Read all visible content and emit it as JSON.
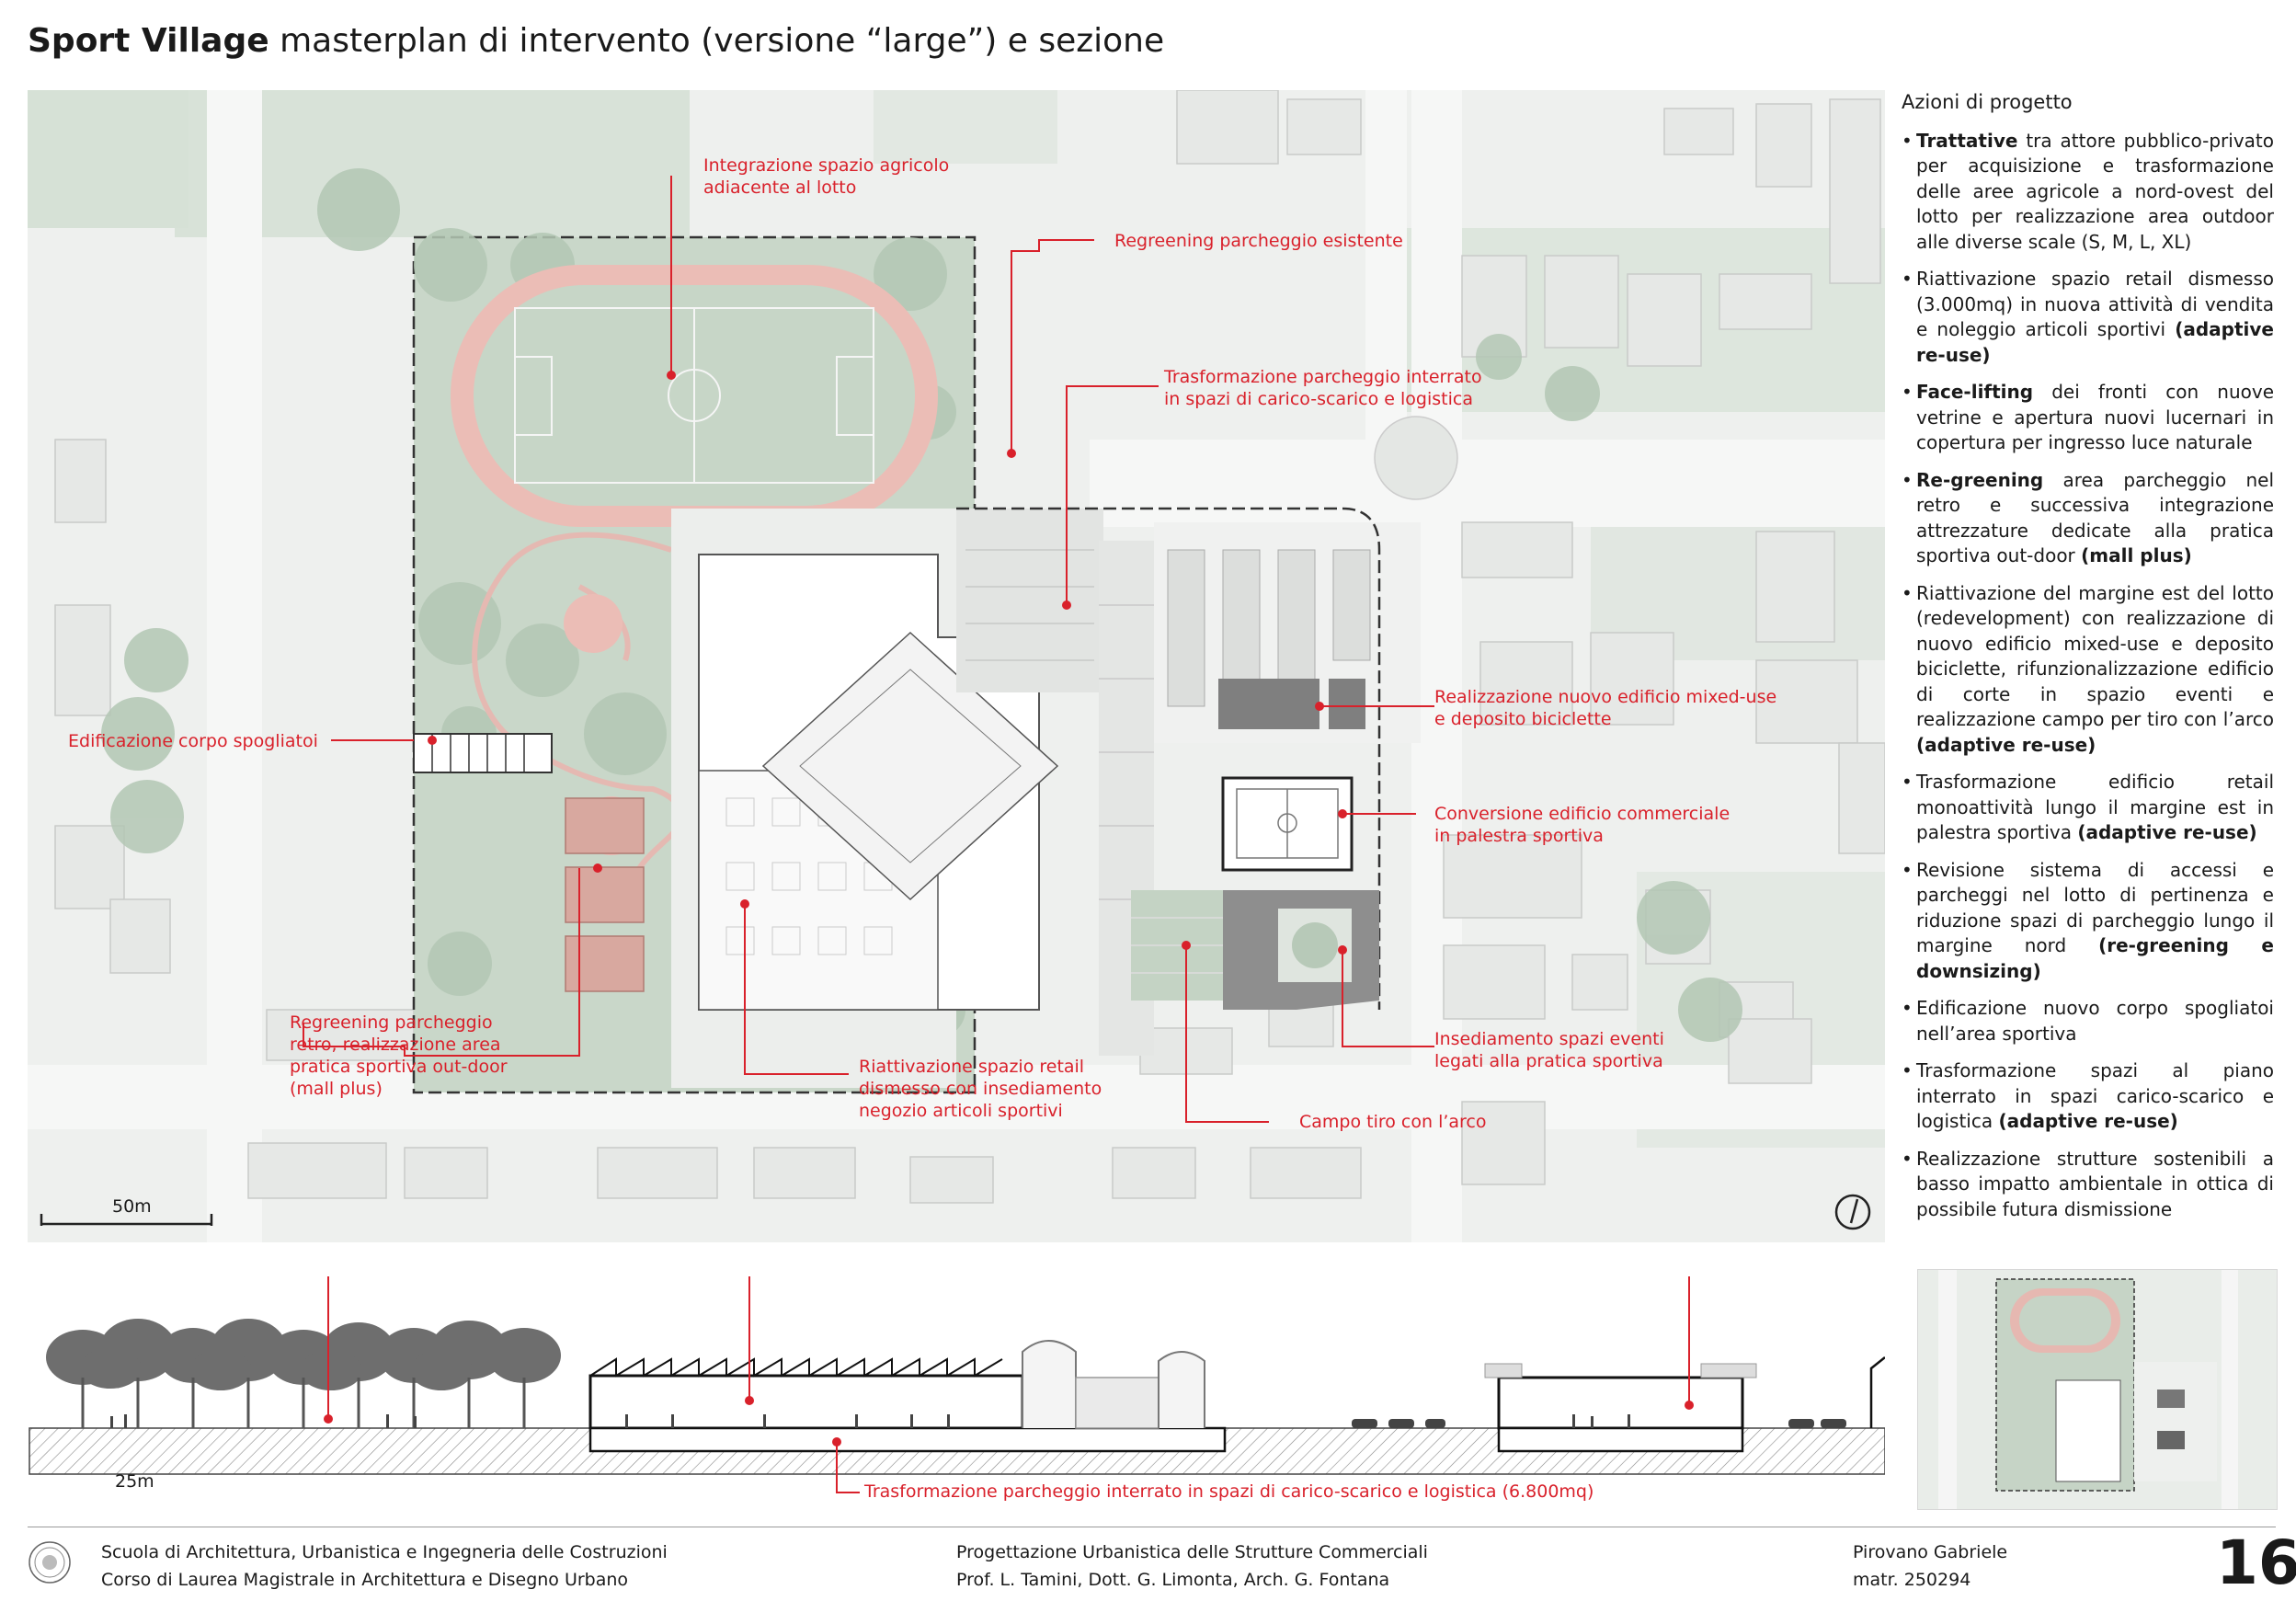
{
  "title": {
    "bold": "Sport Village",
    "rest": " masterplan di intervento (versione “large”) e sezione"
  },
  "plan": {
    "scale_label": "50m",
    "annotations": {
      "integrazione": "Integrazione spazio agricolo\nadiacente al lotto",
      "regreening_esistente": "Regreening parcheggio esistente",
      "trasformazione_interrato": "Trasformazione parcheggio interrato\nin spazi di carico-scarico e logistica",
      "mixed_use": "Realizzazione nuovo edificio mixed-use\ne deposito biciclette",
      "spogliatoi": "Edificazione corpo spogliatoi",
      "palestra": "Conversione edificio commerciale\nin palestra sportiva",
      "regreening_retro": "Regreening parcheggio\nretro, realizzazione area\npratica sportiva out-door\n(mall plus)",
      "retail": "Riattivazione spazio retail\ndismesso con insediamento\nnegozio articoli sportivi",
      "eventi": "Insediamento spazi eventi\nlegati alla pratica sportiva",
      "tiro": "Campo tiro con l’arco"
    }
  },
  "actions": {
    "heading": "Azioni di progetto",
    "items": [
      {
        "bold": "Trattative",
        "text": " tra attore pubblico-privato per acquisizione e trasformazione delle aree agricole a nord-ovest del lotto per realizzazione area outdoor alle diverse scale (S, M, L, XL)",
        "tail": ""
      },
      {
        "bold": "",
        "text": "Riattivazione spazio retail dismesso (3.000mq) in nuova attività di vendita e noleggio articoli sportivi ",
        "tail": "(adaptive re-use)"
      },
      {
        "bold": "Face-lifting",
        "text": " dei fronti con nuove vetrine e apertura nuovi lucernari in copertura per ingresso luce naturale",
        "tail": ""
      },
      {
        "bold": "Re-greening",
        "text": " area parcheggio nel retro e successiva integrazione attrezzature dedicate alla pratica sportiva out-door ",
        "tail": "(mall plus)"
      },
      {
        "bold": "",
        "text": "Riattivazione del margine est del lotto (redevelopment) con realizzazione di nuovo edificio mixed-use e deposito biciclette, rifunzionalizzazione edificio di corte in spazio eventi e realizzazione campo per tiro con l’arco ",
        "tail": "(adaptive re-use)"
      },
      {
        "bold": "",
        "text": "Trasformazione edificio retail monoattività lungo il margine est in palestra sportiva ",
        "tail": "(adaptive re-use)"
      },
      {
        "bold": "",
        "text": "Revisione sistema di accessi e parcheggi nel lotto di pertinenza e riduzione spazi di parcheggio lungo il margine nord ",
        "tail": "(re-greening e downsizing)"
      },
      {
        "bold": "",
        "text": "Edificazione nuovo corpo spogliatoi nell’area sportiva",
        "tail": ""
      },
      {
        "bold": "",
        "text": "Trasformazione spazi al piano interrato in spazi carico-scarico e logistica ",
        "tail": "(adaptive re-use)"
      },
      {
        "bold": "",
        "text": "Realizzazione strutture sostenibili a basso impatto ambientale in ottica di possibile futura dismissione",
        "tail": ""
      }
    ]
  },
  "section": {
    "scale_label": "25m",
    "annotation": "Trasformazione parcheggio interrato in spazi di carico-scarico e logistica (6.800mq)"
  },
  "footer": {
    "school_line1": "Scuola di Architettura, Urbanistica e Ingegneria delle Costruzioni",
    "school_line2": "Corso di Laurea Magistrale in Architettura e Disegno Urbano",
    "course_line1": "Progettazione Urbanistica delle Strutture Commerciali",
    "course_line2": "Prof. L. Tamini, Dott. G. Limonta, Arch. G. Fontana",
    "student_name": "Pirovano Gabriele",
    "student_id": "matr. 250294",
    "page_number": "16"
  },
  "colors": {
    "accent_red": "#d9212b",
    "green": "#b9ccba",
    "track": "#e8b9b3"
  }
}
